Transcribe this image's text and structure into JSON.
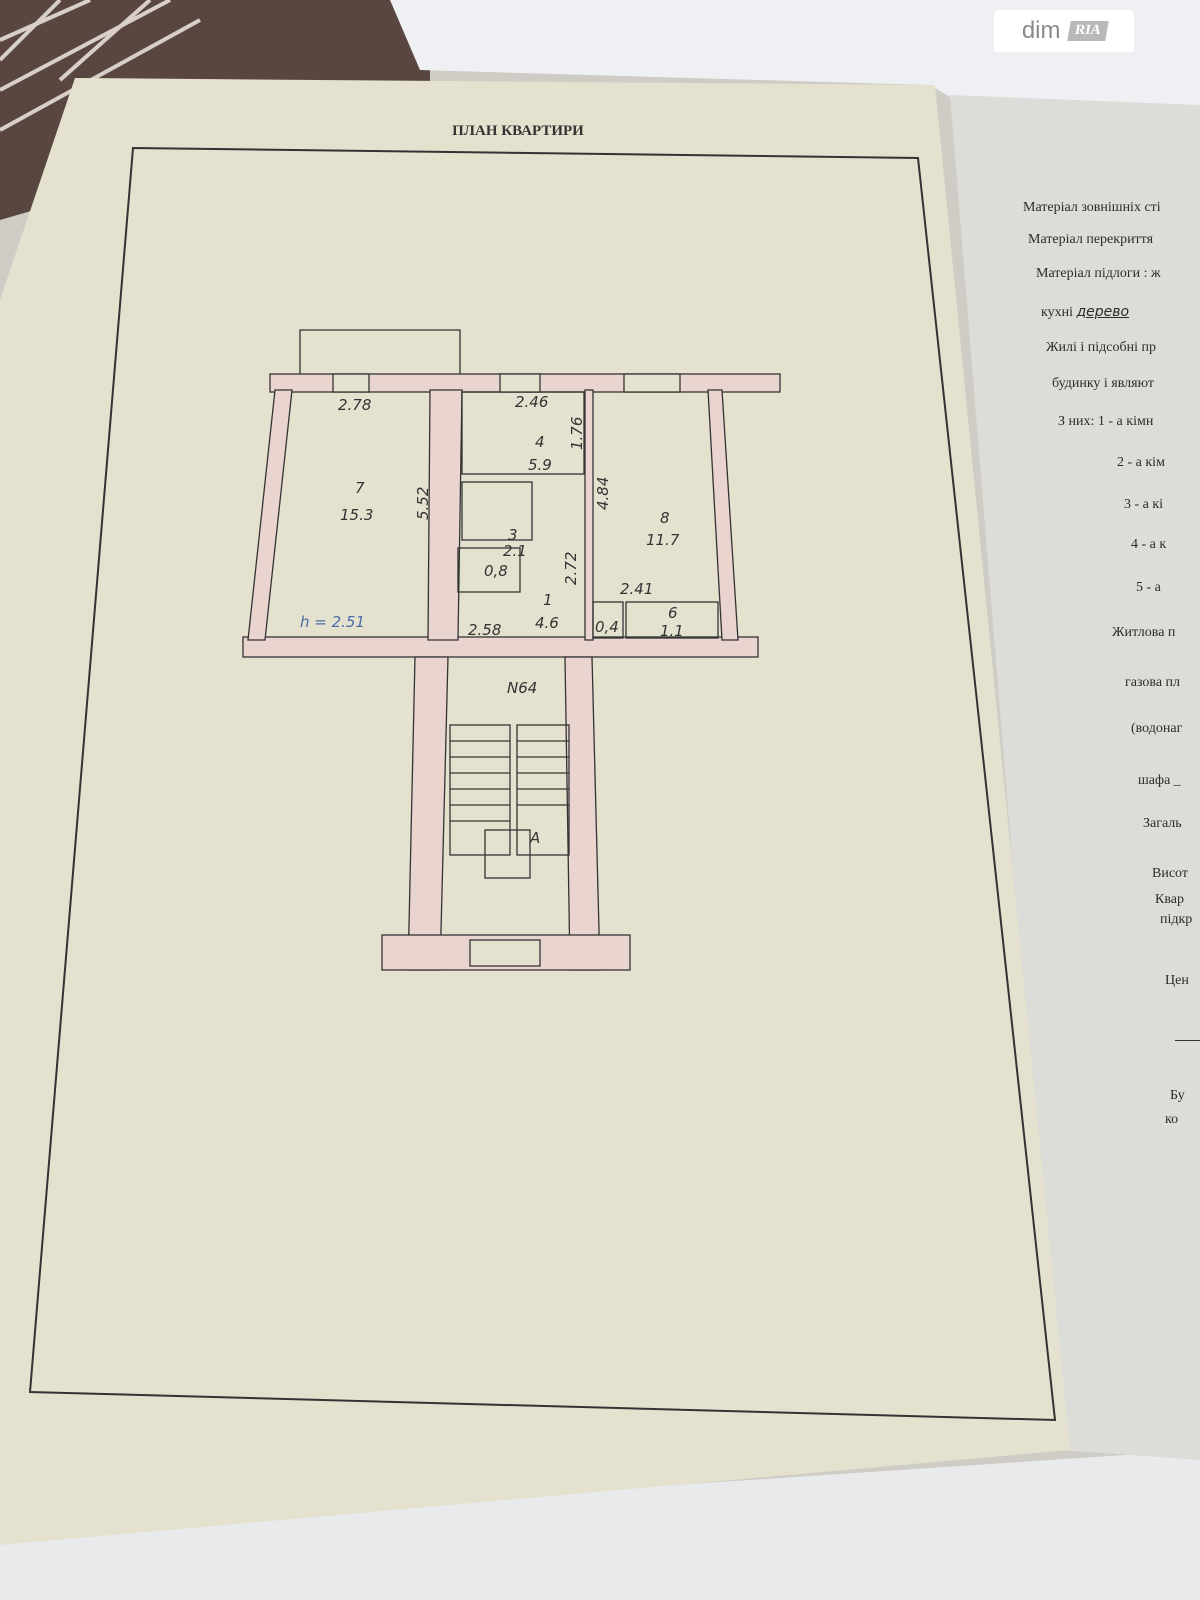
{
  "watermark": {
    "brand": "dim",
    "brand_badge": "RIA"
  },
  "left_page": {
    "title": "ПЛАН КВАРТИРИ",
    "plan": {
      "rooms": [
        {
          "number": "7",
          "area": "15.3"
        },
        {
          "number": "4",
          "area": "5.9"
        },
        {
          "number": "3",
          "area": "2.1"
        },
        {
          "number": "8",
          "area": "11.7"
        },
        {
          "number": "1",
          "area": "4.6"
        },
        {
          "number": "6",
          "area": "1.1"
        }
      ],
      "unnumbered_areas": [
        "0,8",
        "0,4"
      ],
      "dimensions": [
        "2.78",
        "2.46",
        "1.76",
        "5.52",
        "4.84",
        "2.72",
        "2.41",
        "2.58"
      ],
      "ceiling_height": "h = 2.51",
      "apartment_number": "N64",
      "stair_mark": "A"
    }
  },
  "right_page": {
    "lines": [
      "Матеріал зовнішніх сті",
      "Матеріал перекриття",
      "Матеріал підлоги : ж",
      "кухні",
      "Жилі і підсобні пр",
      "будинку і являют",
      "З них:  1 - а кімн",
      "2 - а кім",
      "3 - а  кі",
      "4 - а  к",
      "5 - а",
      "Житлова п",
      "газова пл",
      "(водонаг",
      "шафа _",
      "Загаль",
      "Висот",
      "Квар",
      "підкр",
      "Цен",
      "Бу",
      "ко"
    ],
    "kitchen_handwritten": "дерево"
  }
}
